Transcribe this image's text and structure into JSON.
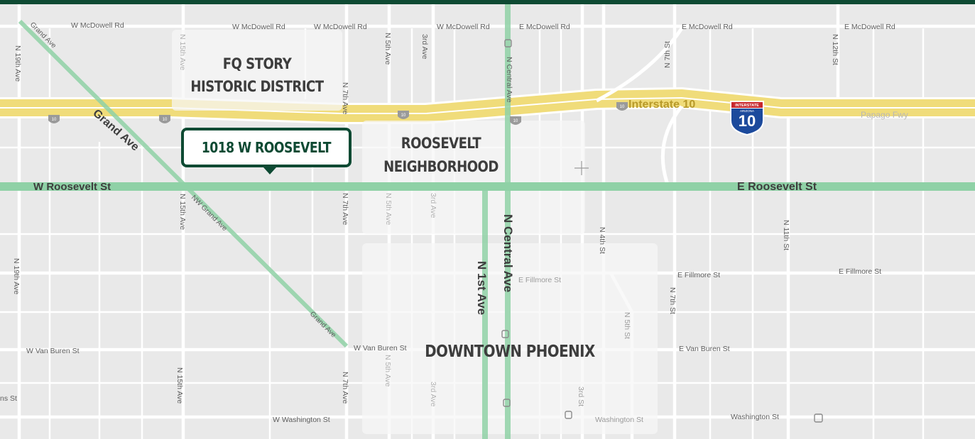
{
  "map": {
    "areas": {
      "fq_story": [
        "FQ STORY",
        "HISTORIC DISTRICT"
      ],
      "roosevelt": [
        "ROOSEVELT",
        "NEIGHBORHOOD"
      ],
      "downtown": "DOWNTOWN PHOENIX"
    },
    "callout": {
      "label": "1018 W ROOSEVELT"
    },
    "highlighted_streets": {
      "w_roosevelt": "W Roosevelt St",
      "e_roosevelt": "E Roosevelt St",
      "grand_ave": "Grand Ave",
      "n_central": "N Central Ave",
      "n_1st": "N 1st Ave",
      "interstate": "Interstate 10"
    },
    "shield": {
      "top": "INTERSTATE",
      "state": "ARIZONA",
      "number": "10"
    },
    "freeway_label": "Papago Fwy",
    "streets": {
      "w_mcdowell": "W McDowell Rd",
      "e_mcdowell": "E McDowell Rd",
      "n_19th": "N 19th Ave",
      "n_15th": "N 15th Ave",
      "n_7th_ave": "N 7th Ave",
      "n_5th_ave": "N 5th Ave",
      "n_3rd_ave": "3rd Ave",
      "n_central": "N Central Ave",
      "n_4th_st": "N 4th St",
      "n_5th_st": "N 5th St",
      "n_7th_st": "N 7th St",
      "n_11th_st": "N 11th St",
      "n_12th_st": "N 12th St",
      "third_st": "3rd St",
      "grand_ave": "Grand Ave",
      "nw_grand": "NW Grand Ave",
      "e_fillmore": "E Fillmore St",
      "w_van_buren": "W Van Buren St",
      "e_van_buren": "E Van Buren St",
      "w_washington": "W Washington St",
      "washington": "Washington St",
      "adams_fragment": "ns St",
      "interstate_marker": "10"
    },
    "colors": {
      "background": "#e9e9e9",
      "road": "#ffffff",
      "freeway": "#f0dc7a",
      "highlight": "#8fd1a6",
      "overlay": "#f7f7f7",
      "brand_dark_green": "#0e4a33",
      "area_text": "#3d3d3d",
      "street_text": "#5f5f5f",
      "freeway_text": "#b89a2a",
      "shield_red": "#c8282d",
      "shield_blue": "#1c4a9c"
    }
  }
}
